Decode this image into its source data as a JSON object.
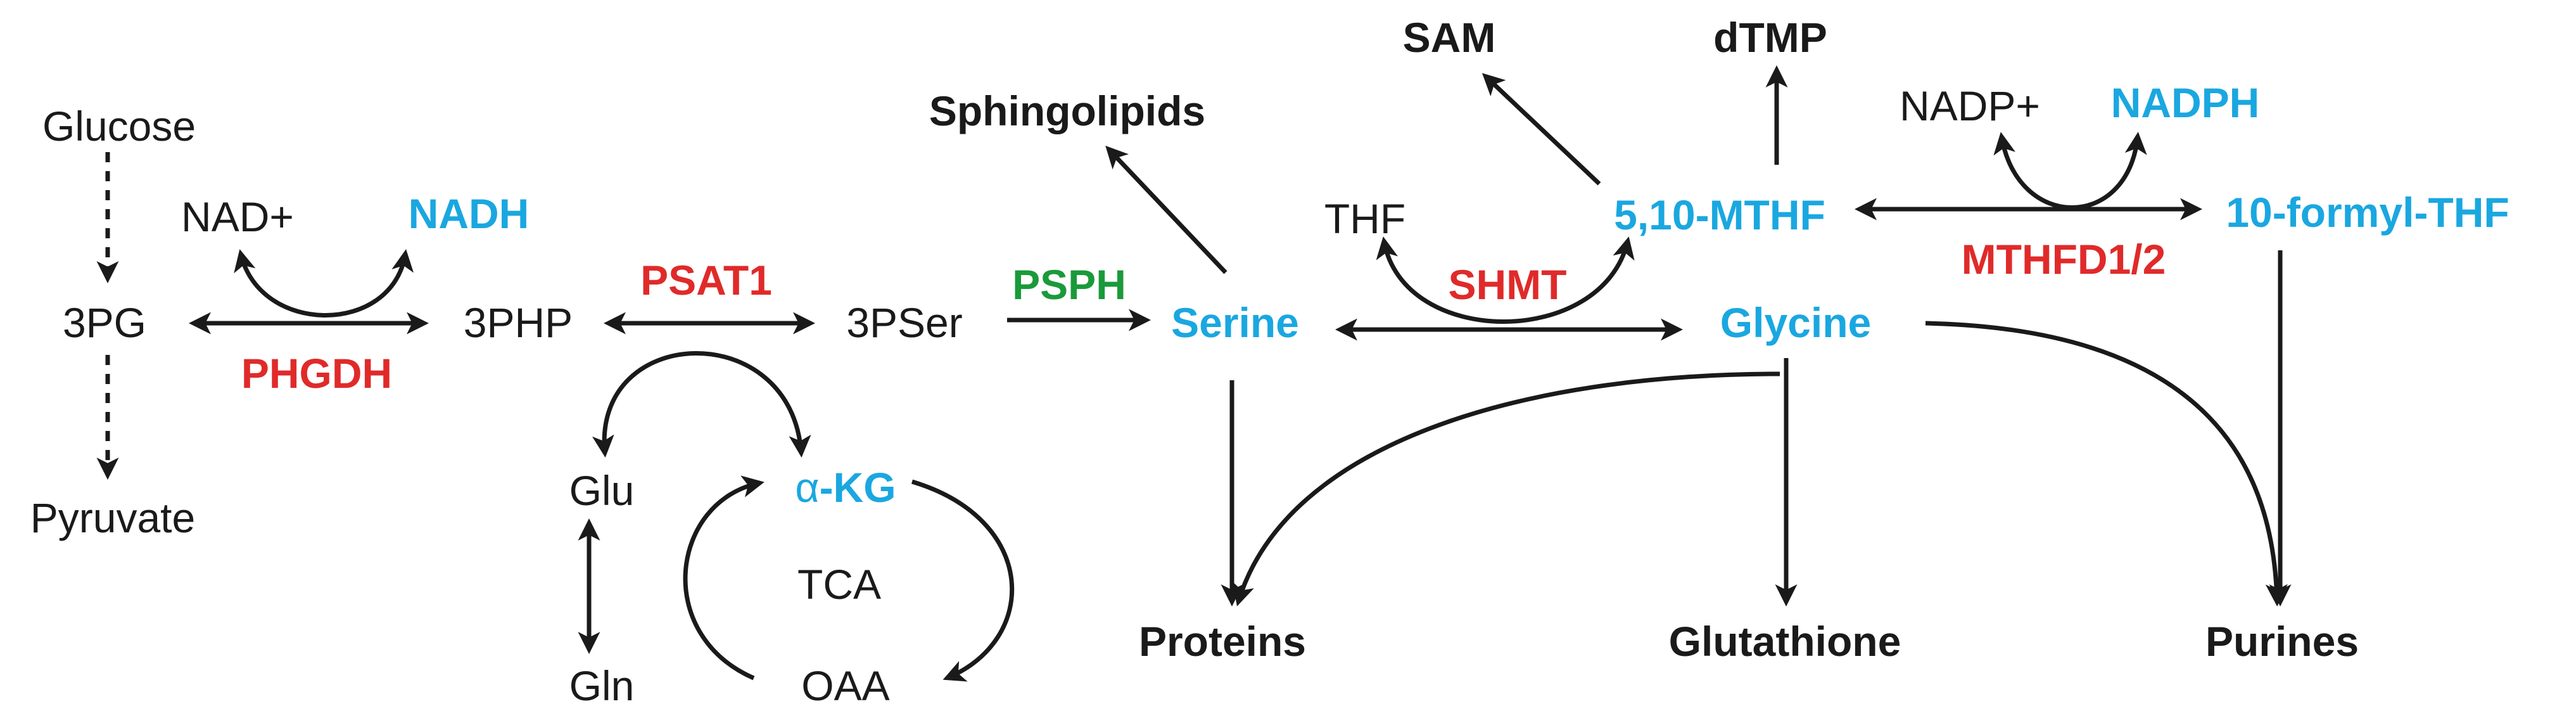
{
  "colors": {
    "metabolite": "#1a1a1a",
    "highlight": "#1aa7e0",
    "enzyme": "#e02a2a",
    "enzyme_alt": "#1a9a3a"
  },
  "labels": {
    "glucose": "Glucose",
    "pg3": "3PG",
    "pyruvate": "Pyruvate",
    "nad": "NAD+",
    "nadh": "NADH",
    "phgdh": "PHGDH",
    "php3": "3PHP",
    "psat1": "PSAT1",
    "pser3": "3PSer",
    "psph": "PSPH",
    "serine": "Serine",
    "glu": "Glu",
    "gln": "Gln",
    "akg_prefix": "α",
    "akg_suffix": "-KG",
    "tca": "TCA",
    "oaa": "OAA",
    "sphingolipids": "Sphingolipids",
    "thf": "THF",
    "shmt": "SHMT",
    "mthf": "5,10-MTHF",
    "glycine": "Glycine",
    "sam": "SAM",
    "dtmp": "dTMP",
    "nadp": "NADP+",
    "nadph": "NADPH",
    "mthfd": "MTHFD1/2",
    "formylthf": "10-formyl-THF",
    "proteins": "Proteins",
    "glutathione": "Glutathione",
    "purines": "Purines"
  }
}
